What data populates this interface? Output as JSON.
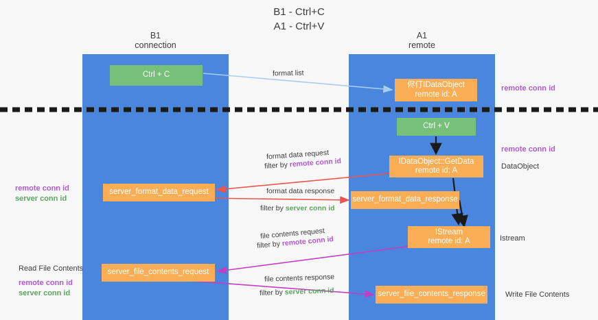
{
  "title": {
    "line1": "B1 - Ctrl+C",
    "line2": "A1 - Ctrl+V"
  },
  "columns": [
    {
      "name": "B1",
      "sub": "connection",
      "color": "#4a86dd"
    },
    {
      "name": "A1",
      "sub": "remote",
      "color": "#4a86dd"
    }
  ],
  "nodes": {
    "ctrl_c": {
      "label": "Ctrl + C",
      "color": "#76c07a"
    },
    "idataobject": {
      "line1": "侭仃IDataObject",
      "line2": "remote id: A",
      "color": "#f9ad54"
    },
    "ctrl_v": {
      "label": "Ctrl + V",
      "color": "#76c07a"
    },
    "getdata": {
      "line1": "IDataObject::GetData",
      "line2": "remote id: A",
      "color": "#f9ad54"
    },
    "server_format_data_request": {
      "label": "server_format_data_request",
      "color": "#f9ad54"
    },
    "server_format_data_response": {
      "label": "server_format_data_response",
      "color": "#f9ad54"
    },
    "istream": {
      "line1": "IStream",
      "line2": "remote id: A",
      "color": "#f9ad54"
    },
    "server_file_contents_request": {
      "label": "server_file_contents_request",
      "color": "#f9ad54"
    },
    "server_file_contents_response": {
      "label": "server_file_contents_response",
      "color": "#f9ad54"
    }
  },
  "edge_labels": {
    "format_list": "format list",
    "format_data_request": "format data request",
    "format_data_request_filter_prefix": "filter by ",
    "format_data_request_filter_key": "remote conn id",
    "format_data_response": "format data response",
    "format_data_response_filter_prefix": "filter by ",
    "format_data_response_filter_key": "server conn id",
    "file_contents_request": "file contents request",
    "file_contents_request_filter_prefix": "filter by ",
    "file_contents_request_filter_key": "remote conn id",
    "file_contents_response": "file contents response",
    "file_contents_response_filter_prefix": "filter by ",
    "file_contents_response_filter_key": "server conn id"
  },
  "side_labels": {
    "left_remote_conn_id": "remote conn id",
    "left_server_conn_id": "server conn id",
    "read_file_contents": "Read File Contents",
    "left2_remote_conn_id": "remote conn id",
    "left2_server_conn_id": "server conn id",
    "right_remote_conn_id_top": "remote conn id",
    "right_remote_conn_id_mid": "remote conn id",
    "right_dataobject": "DataObject",
    "right_istream": "Istream",
    "right_write_file_contents": "Write File Contents"
  },
  "colors": {
    "column_blue": "#4a86dd",
    "node_green": "#76c07a",
    "node_orange": "#f9ad54",
    "arrow_light_blue": "#a8cdf0",
    "arrow_red": "#ef5350",
    "arrow_magenta": "#c23ec2",
    "arrow_black": "#1a1a1a",
    "key_purple": "#b05ad0",
    "key_green": "#5aa75f",
    "divider_black": "#1a1a1a"
  }
}
